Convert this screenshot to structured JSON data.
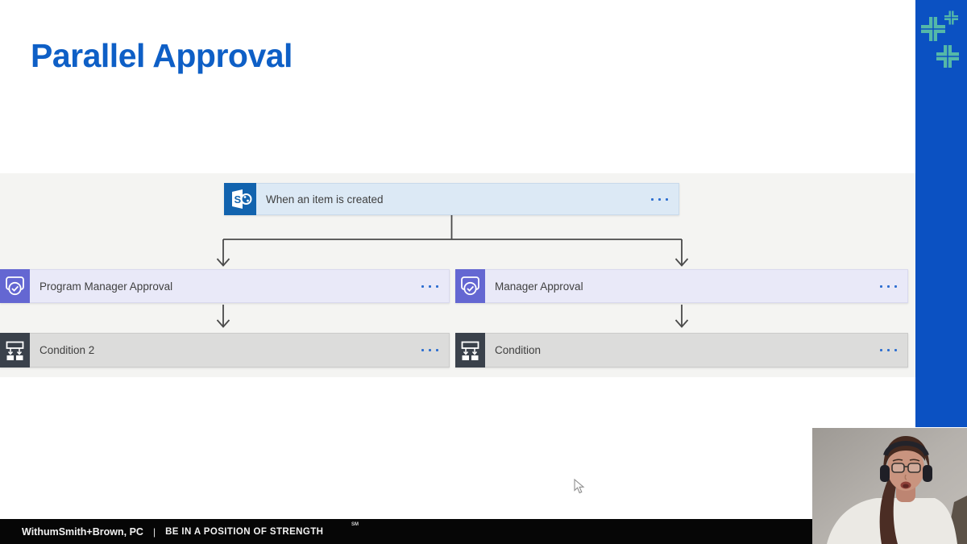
{
  "slide": {
    "title": "Parallel Approval"
  },
  "flow": {
    "trigger": {
      "label": "When an item is created",
      "icon_letter": "S"
    },
    "branches": [
      {
        "approval": {
          "label": "Program Manager Approval"
        },
        "condition": {
          "label": "Condition 2"
        }
      },
      {
        "approval": {
          "label": "Manager Approval"
        },
        "condition": {
          "label": "Condition"
        }
      }
    ]
  },
  "footer": {
    "company": "WithumSmith+Brown, PC",
    "separator": "|",
    "tagline": "BE IN A POSITION OF STRENGTH",
    "mark": "SM"
  },
  "theme": {
    "title_color": "#0e5fc6",
    "brand_bar_color": "#0b51c2",
    "logo_cross_color": "#54b8a8",
    "trigger_icon_bg": "#1263ae",
    "approval_icon_bg": "#6467d2",
    "condition_icon_bg": "#3a414b",
    "menu_dots_color": "#2e6fd0",
    "connector_color": "#4a4a4a"
  }
}
